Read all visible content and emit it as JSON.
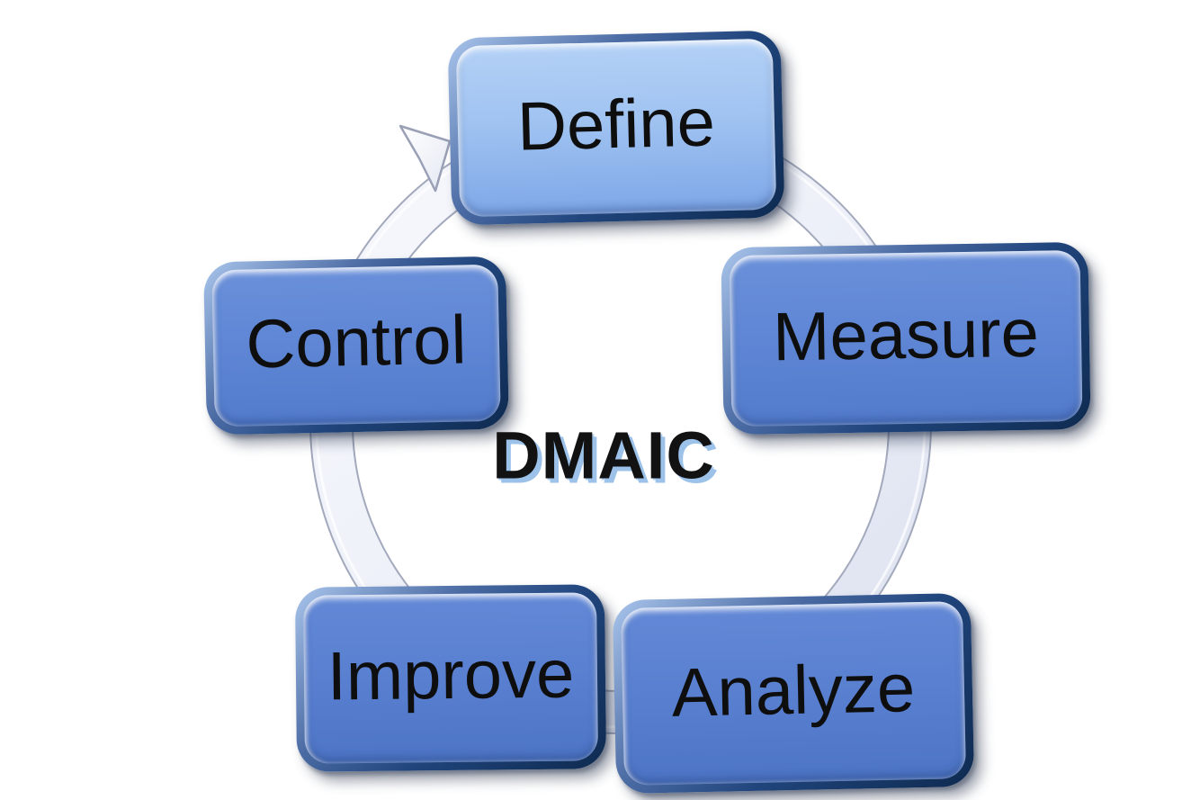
{
  "diagram": {
    "title": "DMAIC",
    "type": "process-cycle",
    "direction": "clockwise",
    "steps": [
      {
        "id": "define",
        "label": "Define",
        "position": "top",
        "highlighted": true
      },
      {
        "id": "measure",
        "label": "Measure",
        "position": "right",
        "highlighted": false
      },
      {
        "id": "analyze",
        "label": "Analyze",
        "position": "bottom-right",
        "highlighted": false
      },
      {
        "id": "improve",
        "label": "Improve",
        "position": "bottom-left",
        "highlighted": false
      },
      {
        "id": "control",
        "label": "Control",
        "position": "left",
        "highlighted": false
      }
    ],
    "colors": {
      "background": "#ffffff",
      "define_fill_top": "#b4d1f6",
      "define_fill_bottom": "#7ea7e7",
      "step_fill_top": "#6288d6",
      "step_fill_bottom": "#4d75c5",
      "box_rim_light": "#a9c5ec",
      "box_rim_dark": "#0e2a50",
      "label_text": "#0e0e0e",
      "title_text": "#121212",
      "title_shadow": "#9cc2ea",
      "ring_band": "#eef1f9",
      "ring_edge": "#a3a9bc"
    }
  }
}
